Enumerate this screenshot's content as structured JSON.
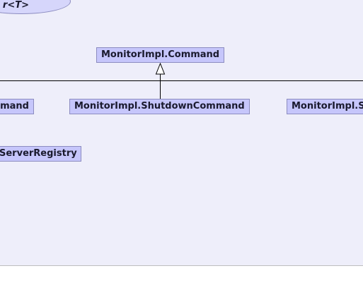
{
  "diagram": {
    "nodes": {
      "generic_interface": "r<T>",
      "command": "MonitorImpl.Command",
      "clipped_left_command": "mand",
      "shutdown_command": "MonitorImpl.ShutdownCommand",
      "clipped_right_command": "MonitorImpl.S",
      "server_registry": "ServerRegistry"
    },
    "edges": [
      {
        "from": "shutdown_command",
        "to": "command",
        "type": "generalization"
      }
    ]
  }
}
